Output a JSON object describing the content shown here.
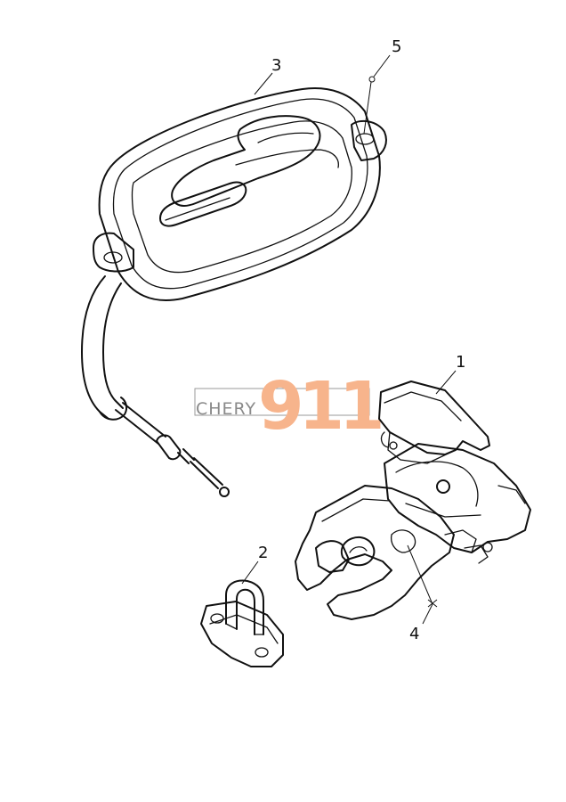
{
  "watermark": {
    "brand": "CHERY",
    "number": "911",
    "number_color": "#f7b48c",
    "brand_color": "#8a8a8a"
  },
  "callouts": [
    {
      "id": "1",
      "label": "1"
    },
    {
      "id": "2",
      "label": "2"
    },
    {
      "id": "3",
      "label": "3"
    },
    {
      "id": "4",
      "label": "4"
    },
    {
      "id": "5",
      "label": "5"
    }
  ]
}
